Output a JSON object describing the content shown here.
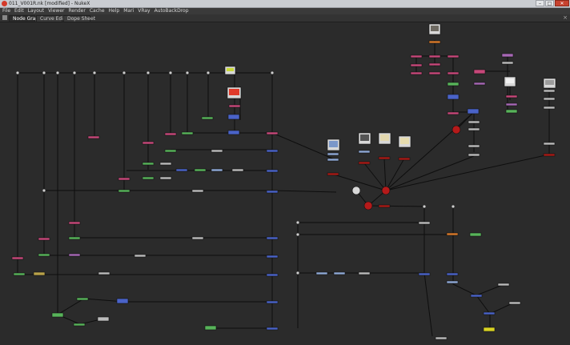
{
  "window": {
    "title": "011_V001R.nk [modified] - NukeX"
  },
  "window_controls": {
    "minimize": "–",
    "maximize": "□",
    "close": "✕"
  },
  "menu": [
    "File",
    "Edit",
    "Layout",
    "Viewer",
    "Render",
    "Cache",
    "Help",
    "Mari",
    "VRay",
    "AutoBackDrop"
  ],
  "tabs": [
    {
      "label": "Node Graph",
      "active": true
    },
    {
      "label": "Curve Editor",
      "active": false
    },
    {
      "label": "Dope Sheet",
      "active": false
    }
  ],
  "panel": {
    "close_glyph": "×"
  },
  "colors": {
    "background": "#2b2b2b",
    "titlebar": "#c9ccd1",
    "menubar": "#3a3a3a",
    "wire": "#0e0e0e",
    "node_green": "#58b45a",
    "node_blue": "#4a63c8",
    "node_pink": "#c7487a",
    "node_purple": "#a768b6",
    "node_gray": "#bcbcbc",
    "node_lightblue": "#8fa9d6",
    "node_orange": "#d9792a",
    "node_darkred": "#a81a16",
    "node_red_ball": "#b51a1a",
    "node_yellow": "#d8d324",
    "node_olive": "#b9a24a",
    "node_dot": "#cfcfcf"
  },
  "graph": {
    "node_types": [
      "merge",
      "grade",
      "blur",
      "transform",
      "shuffle",
      "read",
      "write",
      "dot",
      "viewer"
    ]
  }
}
